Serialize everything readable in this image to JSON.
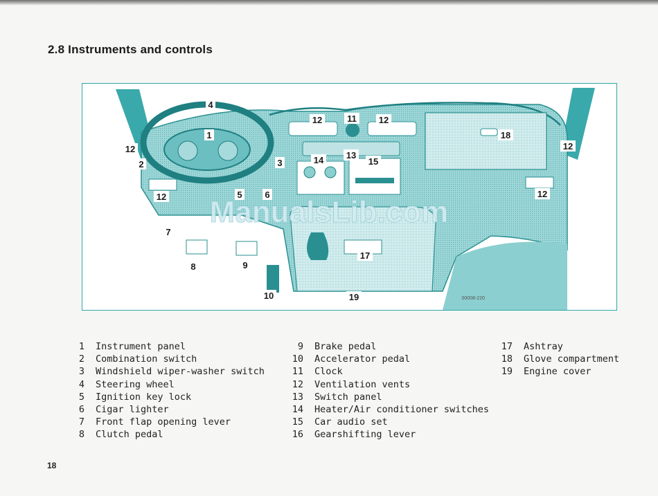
{
  "section": {
    "title": "2.8 Instruments and controls"
  },
  "figure": {
    "callouts": {
      "c1": "1",
      "c2": "2",
      "c3": "3",
      "c4": "4",
      "c5": "5",
      "c6": "6",
      "c7": "7",
      "c8": "8",
      "c9": "9",
      "c10": "10",
      "c11": "11",
      "c12": "12",
      "c13": "13",
      "c14": "14",
      "c15": "15",
      "c17": "17",
      "c18": "18",
      "c19": "19"
    },
    "code": "00008-220"
  },
  "watermark": {
    "text": "ManualsLib.com"
  },
  "legend": {
    "col1": [
      {
        "num": "1",
        "label": "Instrument panel"
      },
      {
        "num": "2",
        "label": "Combination switch"
      },
      {
        "num": "3",
        "label": "Windshield wiper-washer switch"
      },
      {
        "num": "4",
        "label": "Steering wheel"
      },
      {
        "num": "5",
        "label": "Ignition key lock"
      },
      {
        "num": "6",
        "label": "Cigar lighter"
      },
      {
        "num": "7",
        "label": "Front flap opening lever"
      },
      {
        "num": "8",
        "label": "Clutch pedal"
      }
    ],
    "col2": [
      {
        "num": "9",
        "label": "Brake pedal"
      },
      {
        "num": "10",
        "label": "Accelerator pedal"
      },
      {
        "num": "11",
        "label": "Clock"
      },
      {
        "num": "12",
        "label": "Ventilation vents"
      },
      {
        "num": "13",
        "label": "Switch panel"
      },
      {
        "num": "14",
        "label": "Heater/Air conditioner switches"
      },
      {
        "num": "15",
        "label": "Car audio set"
      },
      {
        "num": "16",
        "label": "Gearshifting lever"
      }
    ],
    "col3": [
      {
        "num": "17",
        "label": "Ashtray"
      },
      {
        "num": "18",
        "label": "Glove compartment"
      },
      {
        "num": "19",
        "label": "Engine cover"
      }
    ]
  },
  "page": {
    "number": "18"
  },
  "colors": {
    "accent": "#2fa7a8",
    "fill": "#8ccfd0",
    "shade": "#3aa9ab"
  }
}
